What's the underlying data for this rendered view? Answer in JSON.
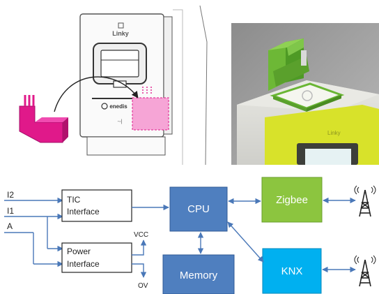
{
  "meter": {
    "brand": "Linky",
    "logo": "enedis",
    "brand_small": "Linky"
  },
  "diagram": {
    "inputs": {
      "i2": "I2",
      "i1": "I1",
      "a": "A"
    },
    "tic_box": {
      "line1": "TIC",
      "line2": "Interface"
    },
    "power_box": {
      "line1": "Power",
      "line2": "Interface"
    },
    "vcc": "VCC",
    "ov": "OV",
    "cpu": "CPU",
    "memory": "Memory",
    "zigbee": "Zigbee",
    "knx": "KNX",
    "colors": {
      "cpu": "#4f7fbf",
      "memory": "#4f7fbf",
      "zigbee": "#8cc53f",
      "knx": "#00b0f0",
      "arrow": "#4a78b8",
      "module_pink": "#e0198a",
      "device_green": "#5aa02c",
      "meter_yellow": "#d8e22a"
    }
  }
}
